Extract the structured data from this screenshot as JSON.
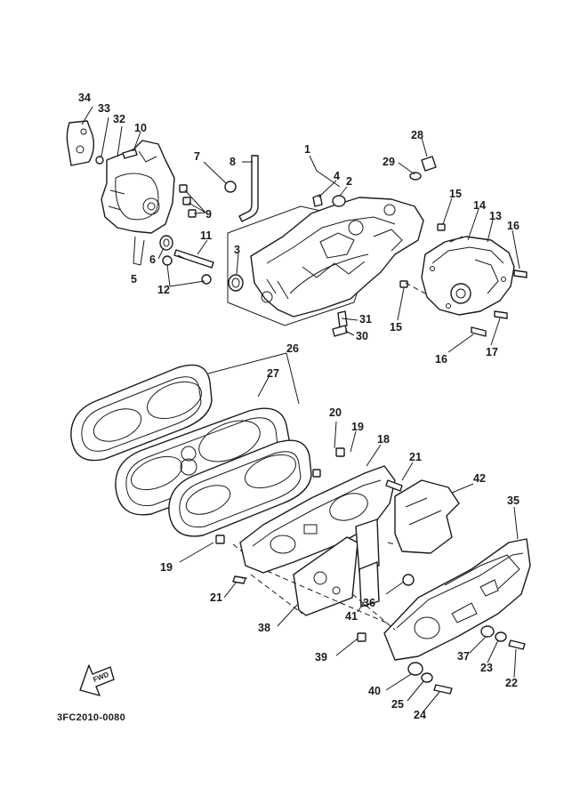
{
  "callouts": {
    "n1": "1",
    "n2": "2",
    "n3": "3",
    "n4": "4",
    "n5": "5",
    "n6": "6",
    "n7": "7",
    "n8": "8",
    "n9": "9",
    "n10": "10",
    "n11": "11",
    "n12": "12",
    "n13": "13",
    "n14": "14",
    "n15a": "15",
    "n15b": "15",
    "n16a": "16",
    "n16b": "16",
    "n17": "17",
    "n18": "18",
    "n19a": "19",
    "n19b": "19",
    "n20": "20",
    "n21a": "21",
    "n21b": "21",
    "n22": "22",
    "n23": "23",
    "n24": "24",
    "n25": "25",
    "n26": "26",
    "n27": "27",
    "n28": "28",
    "n29": "29",
    "n30": "30",
    "n31": "31",
    "n32": "32",
    "n33": "33",
    "n34": "34",
    "n35": "35",
    "n36": "36",
    "n37": "37",
    "n38": "38",
    "n39": "39",
    "n40": "40",
    "n41": "41",
    "n42": "42"
  },
  "figure_code": "3FC2010-0080",
  "fwd_label": "FWD"
}
